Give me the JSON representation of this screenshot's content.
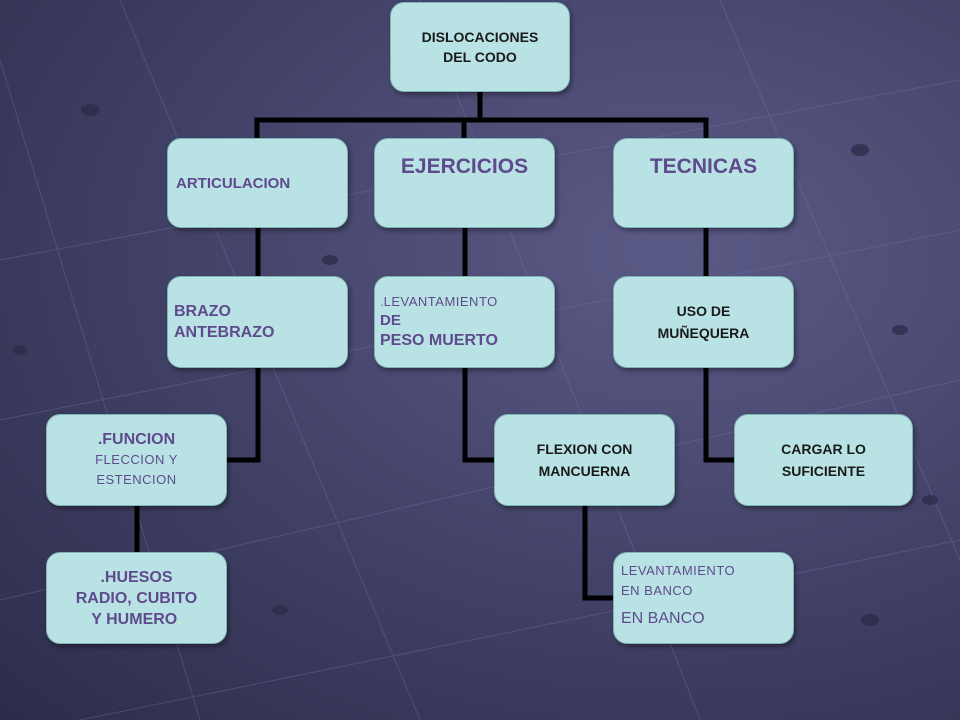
{
  "diagram": {
    "root": {
      "line1": "DISLOCACIONES",
      "line2": "DEL CODO"
    },
    "articulacion": {
      "label": "ARTICULACION",
      "brazo": {
        "line1": "BRAZO",
        "line2": "ANTEBRAZO"
      },
      "funcion": {
        "line1": ".FUNCION",
        "line2": "FLECCION Y",
        "line3": "ESTENCION"
      },
      "huesos": {
        "line1": ".HUESOS",
        "line2": "RADIO, CUBITO",
        "line3": "Y HUMERO",
        "trailing": "."
      }
    },
    "ejercicios": {
      "label": "EJERCICIOS",
      "levantamiento": {
        "prefix": ".",
        "line1": "LEVANTAMIENTO",
        "line2": "DE",
        "line3": "PESO MUERTO"
      },
      "flexion": {
        "line1": "FLEXION CON",
        "line2": "MANCUERNA"
      },
      "banco": {
        "line1": "LEVANTAMIENTO",
        "line2": "EN BANCO",
        "line3": "EN BANCO"
      }
    },
    "tecnicas": {
      "label": "TECNICAS",
      "uso": {
        "line1": "USO DE",
        "line2": "MUÑEQUERA"
      },
      "cargar": {
        "line1": "CARGAR LO",
        "line2": "SUFICIENTE"
      }
    }
  }
}
